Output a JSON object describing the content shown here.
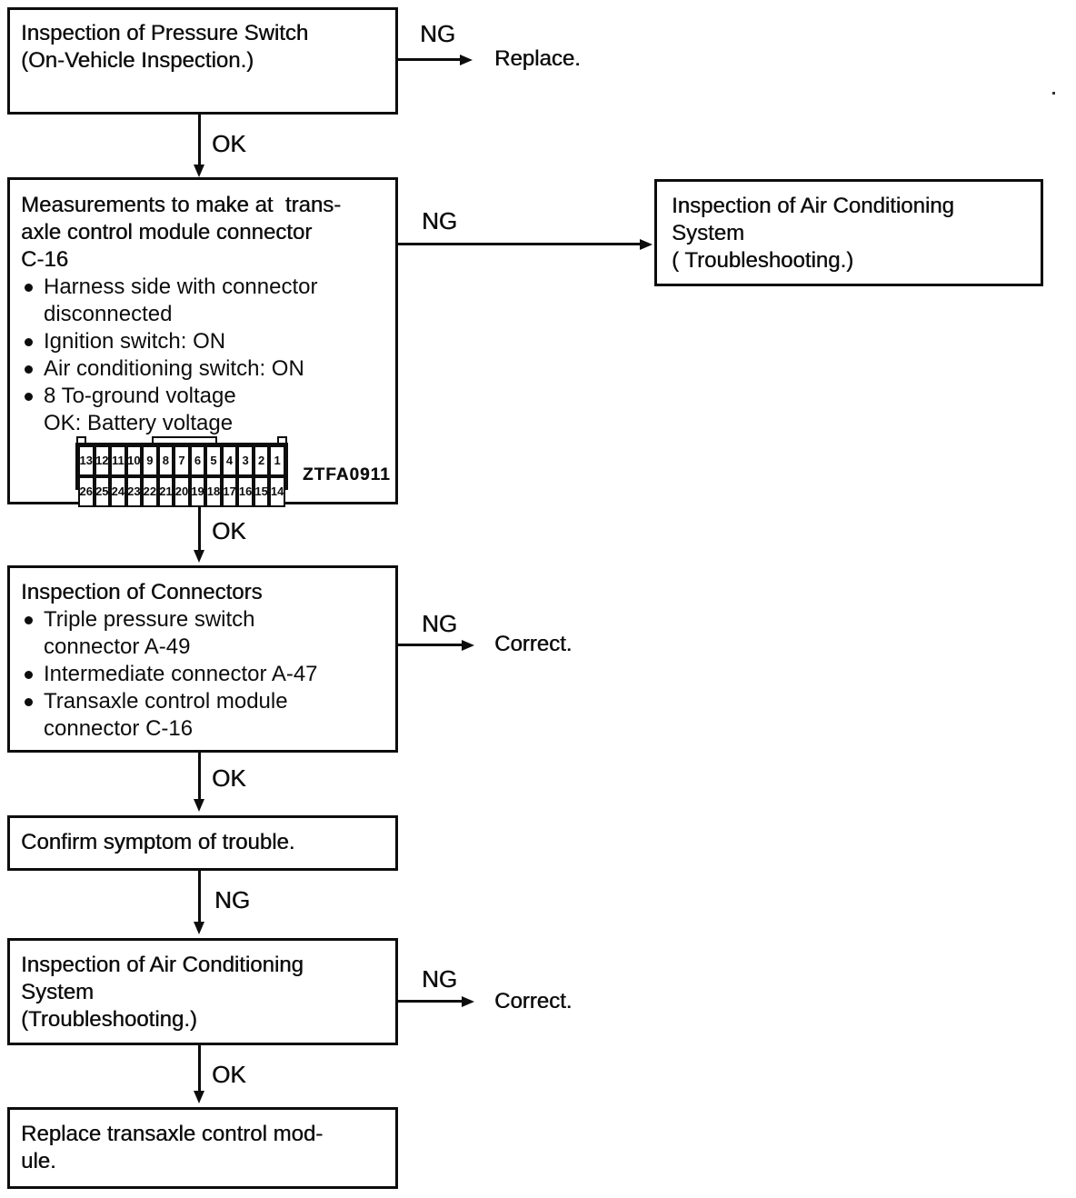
{
  "labels": {
    "ng": "NG",
    "ok": "OK"
  },
  "terminals": {
    "replace": "Replace.",
    "correct_connectors": "Correct.",
    "correct_ac": "Correct."
  },
  "nodes": {
    "pressure_switch": {
      "line1": "Inspection of Pressure Switch",
      "line2": "(On-Vehicle Inspection.)"
    },
    "measurements": {
      "line1": "Measurements to make at  trans-",
      "line2": "axle control module connector",
      "line3": "C-16",
      "bullet1_line1": "Harness side with connector",
      "bullet1_line2": "disconnected",
      "bullet2": "Ignition switch: ON",
      "bullet3": "Air conditioning switch: ON",
      "bullet4_line1": "8 To-ground voltage",
      "bullet4_line2": "OK: Battery voltage",
      "connector": {
        "top_row": [
          "13",
          "12",
          "11",
          "10",
          "9",
          "8",
          "7",
          "6",
          "5",
          "4",
          "3",
          "2",
          "1"
        ],
        "bottom_row": [
          "26",
          "25",
          "24",
          "23",
          "22",
          "21",
          "20",
          "19",
          "18",
          "17",
          "16",
          "15",
          "14"
        ],
        "figure_code": "ZTFA0911"
      }
    },
    "ac_inspection_ng": {
      "line1": "Inspection of Air Conditioning",
      "line2": "System",
      "line3": "( Troubleshooting.)"
    },
    "connectors_inspection": {
      "title": "Inspection of Connectors",
      "bullet1_line1": "Triple pressure switch",
      "bullet1_line2": "connector A-49",
      "bullet2": "Intermediate connector A-47",
      "bullet3_line1": "Transaxle control module",
      "bullet3_line2": "connector C-16"
    },
    "confirm_symptom": {
      "line1": "Confirm symptom of trouble."
    },
    "ac_inspection_retry": {
      "line1": "Inspection of Air Conditioning",
      "line2": "System",
      "line3": "(Troubleshooting.)"
    },
    "replace_module": {
      "line1": "Replace transaxle control mod-",
      "line2": "ule."
    }
  },
  "colors": {
    "ink": "#0d0d0d",
    "background": "#ffffff"
  }
}
